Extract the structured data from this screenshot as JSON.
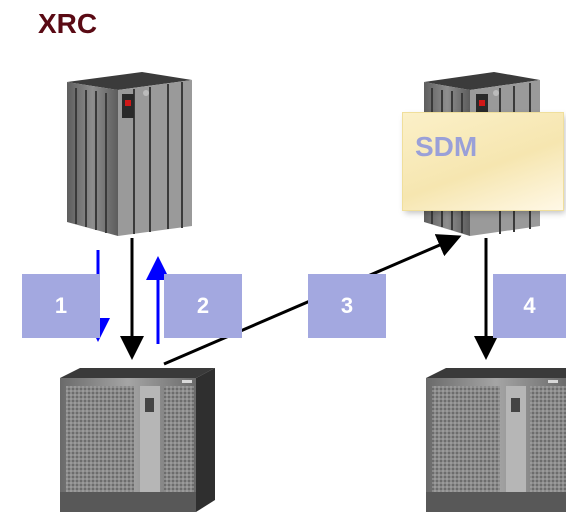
{
  "title": "XRC",
  "steps": [
    {
      "label": "1"
    },
    {
      "label": "2"
    },
    {
      "label": "3"
    },
    {
      "label": "4"
    }
  ],
  "sdm_label": "SDM",
  "colors": {
    "title": "#5a0a14",
    "step_box": "#a3a8e0",
    "blue_arrow": "#0000ff",
    "black_arrow": "#000000"
  }
}
